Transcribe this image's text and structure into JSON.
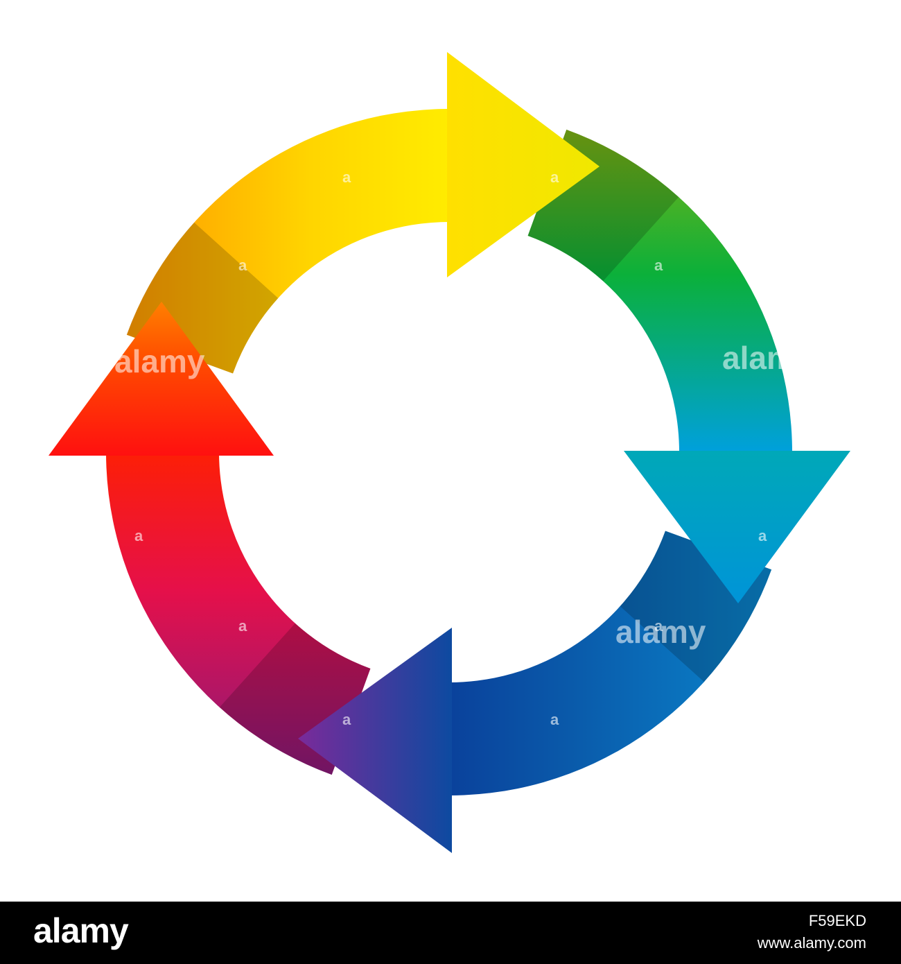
{
  "diagram": {
    "type": "cycle",
    "arrows": [
      {
        "name": "arrow-yellow",
        "color_start": "#ff9900",
        "color_end": "#ffee00"
      },
      {
        "name": "arrow-cyan",
        "color_start": "#4caf1a",
        "color_end": "#00a0dc"
      },
      {
        "name": "arrow-blue",
        "color_start": "#0a72b8",
        "color_end": "#0a3f9a"
      },
      {
        "name": "arrow-red",
        "color_start": "#9b1278",
        "color_end": "#ff0a0a"
      }
    ]
  },
  "watermark": {
    "text": "alamy",
    "mark": "a"
  },
  "footer": {
    "logo": "alamy",
    "image_id": "F59EKD",
    "url": "www.alamy.com"
  }
}
